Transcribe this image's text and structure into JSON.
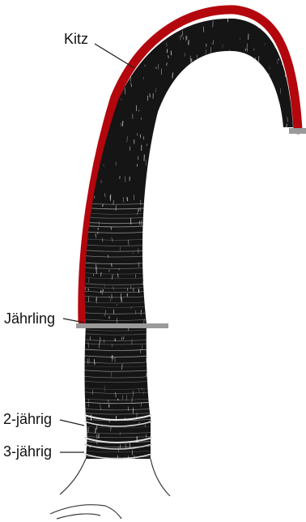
{
  "labels": {
    "kitz": "Kitz",
    "jaehrling": "Jährling",
    "zweijaehrig": "2-jährig",
    "dreijaehrig": "3-jährig"
  },
  "colors": {
    "kitz_band": "#b3060d",
    "marker": "#9a9a9a",
    "horn": "#151515",
    "texture": "#f2f2f2",
    "line": "#222222"
  }
}
